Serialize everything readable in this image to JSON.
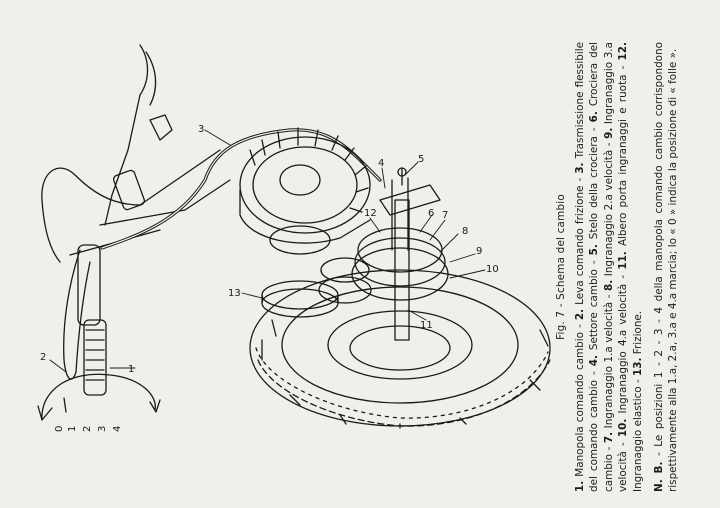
{
  "figure": {
    "caption_title": "Fig. 7 - Schema del cambio",
    "legend": [
      {
        "num": "1",
        "text": "Manopola comando cambio"
      },
      {
        "num": "2",
        "text": "Leva comando frizione"
      },
      {
        "num": "3",
        "text": "Trasmissione flessibile del comando cambio"
      },
      {
        "num": "4",
        "text": "Settore cambio"
      },
      {
        "num": "5",
        "text": "Stelo della crociera"
      },
      {
        "num": "6",
        "text": "Crociera del cambio"
      },
      {
        "num": "7",
        "text": "Ingranaggio 1.a velocità"
      },
      {
        "num": "8",
        "text": "Ingranaggio 2.a velocità"
      },
      {
        "num": "9",
        "text": "Ingranaggio 3.a velocità"
      },
      {
        "num": "10",
        "text": "Ingranaggio 4.a velocità"
      },
      {
        "num": "11",
        "text": "Albero porta ingranaggi e ruota"
      },
      {
        "num": "12",
        "text": "Ingranaggio elastico"
      },
      {
        "num": "13",
        "text": "Frizione."
      }
    ],
    "note_label": "N. B.",
    "note_text": "- Le posizioni 1 - 2 - 3 - 4 della manopola comando cambio corrispondono rispettivamente alla 1.a, 2.a, 3.a e 4.a marcia; lo « 0 » indica la posizione di « folle ».",
    "grip_positions": [
      "0",
      "1",
      "2",
      "3",
      "4"
    ],
    "callouts": [
      "1",
      "2",
      "3",
      "4",
      "5",
      "6",
      "7",
      "8",
      "9",
      "10",
      "11",
      "12",
      "13"
    ]
  }
}
